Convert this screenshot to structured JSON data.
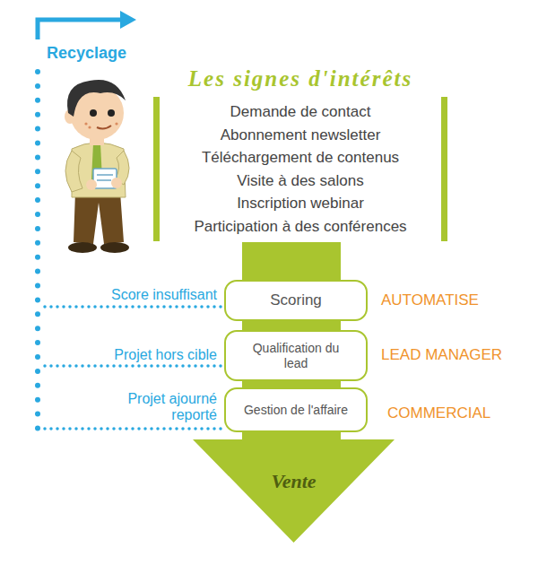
{
  "diagram": {
    "nodes": [
      {
        "text": [
          "Les signes d'intérêts",
          "Demande de contact",
          "Abonnement newsletter",
          "Téléchargement de contenus",
          "Visite à des salons",
          "Inscription webinar",
          "Participation à des conférences"
        ]
      },
      {
        "text": [
          "Vente"
        ]
      },
      {
        "text": [
          "Scoring"
        ],
        "in": 1
      },
      {
        "text": [
          "Qualification du lead"
        ],
        "in": 1
      },
      {
        "text": [
          "Gestion de l'affaire"
        ],
        "in": 1
      }
    ],
    "labels": [
      "Recyclage",
      "Score insuffisant",
      "Projet hors cible",
      "Projet ajourné reporté",
      "AUTOMATISE",
      "LEAD MANAGER",
      "COMMERCIAL"
    ]
  }
}
